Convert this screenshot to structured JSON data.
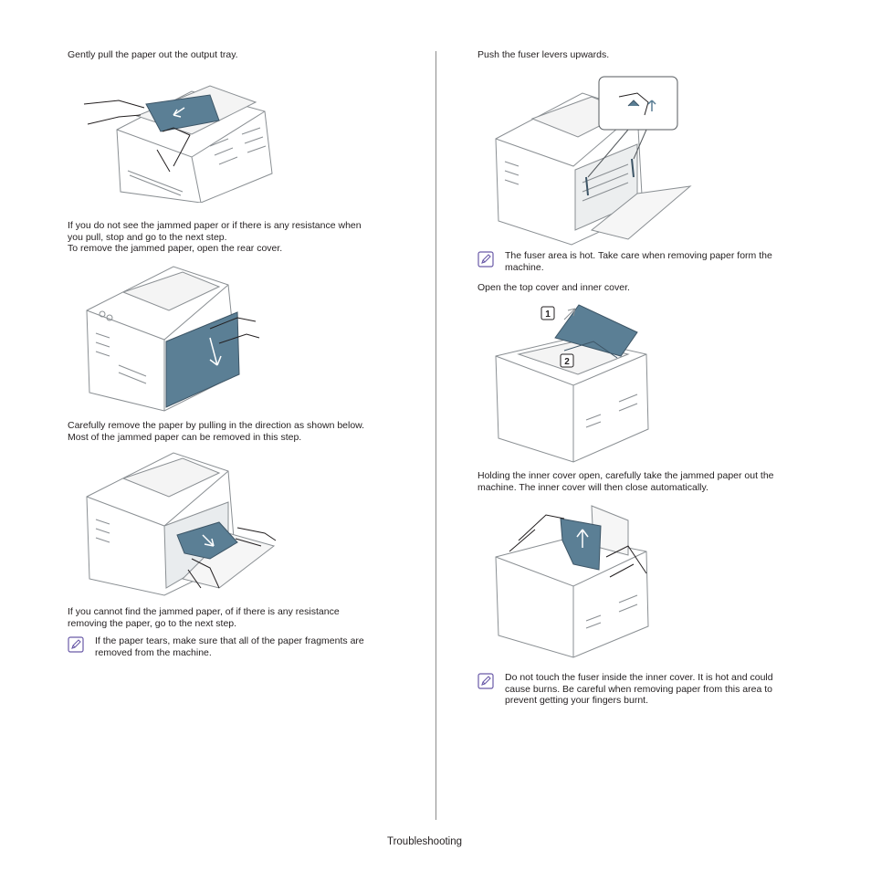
{
  "left": {
    "step1": "Gently pull the paper out the output tray.",
    "step2_line1": "If you do not see the jammed paper or if there is any resistance when",
    "step2_line2": "you pull, stop and go to the next step.",
    "step3": "To remove the jammed paper, open the rear cover.",
    "step4_line1": "Carefully remove the paper by pulling in the direction as shown below.",
    "step4_line2": "Most of the jammed paper can be removed in this step.",
    "step5_line1": "If you cannot find the jammed paper, of if there is any resistance",
    "step5_line2": "removing the paper, go to the next step.",
    "note1_line1": "If the paper tears, make sure that all of the paper fragments are",
    "note1_line2": "removed from the machine."
  },
  "right": {
    "step1": "Push the fuser levers upwards.",
    "note1_line1": "The fuser area is hot. Take care when removing paper form the",
    "note1_line2": "machine.",
    "step2": "Open the top cover and inner cover.",
    "callout1": "1",
    "callout2": "2",
    "step3_line1": "Holding the inner cover open, carefully take the jammed paper out the",
    "step3_line2": "machine. The inner cover will then close automatically.",
    "note2_line1": "Do not touch the fuser inside the inner cover. It is hot and could",
    "note2_line2": "cause burns. Be careful when removing paper from this area to",
    "note2_line3": "prevent getting your fingers burnt."
  },
  "footer": "Troubleshooting",
  "icons": {
    "note": "note-pencil-icon"
  },
  "colors": {
    "paper": "#5b7f95",
    "line": "#8a8f93",
    "note_icon": "#6a5aa8"
  }
}
